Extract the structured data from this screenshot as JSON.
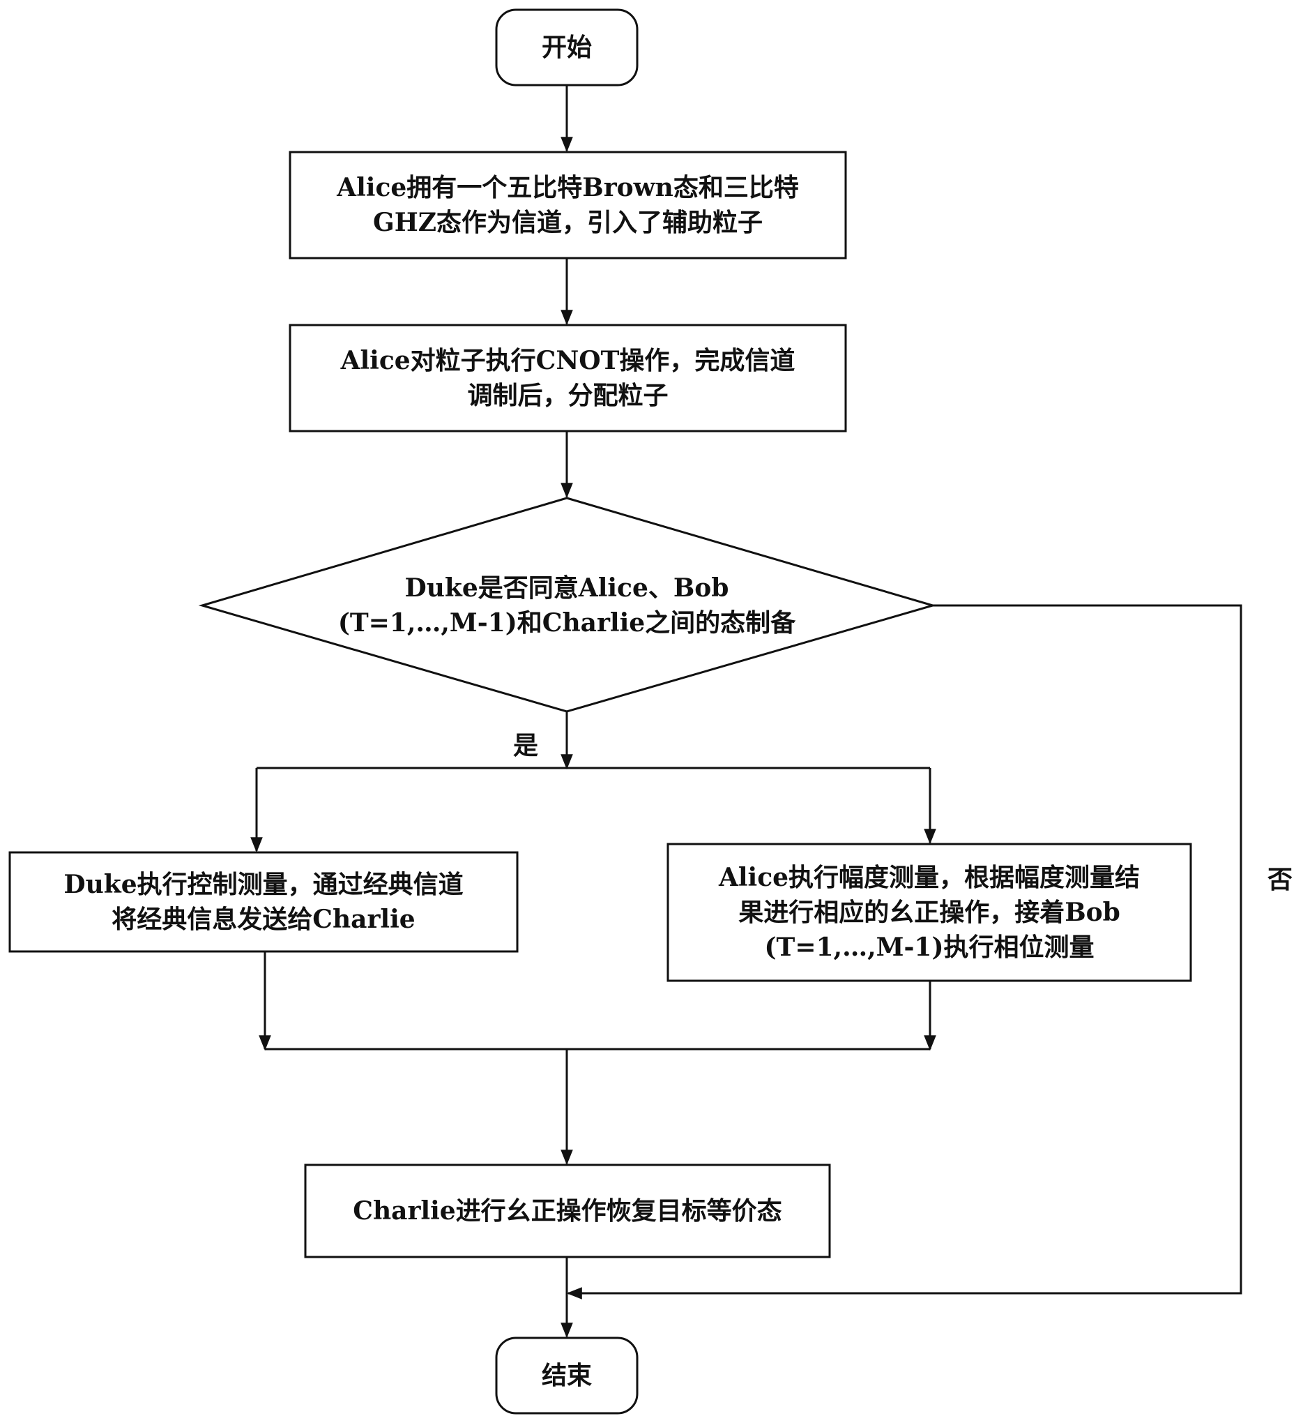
{
  "flowchart": {
    "start": "开始",
    "step1": [
      "Alice拥有一个五比特Brown态和三比特",
      "GHZ态作为信道，引入了辅助粒子"
    ],
    "step2": [
      "Alice对粒子执行CNOT操作，完成信道",
      "调制后，分配粒子"
    ],
    "decision": [
      "Duke是否同意Alice、Bob",
      "(T=1,…,M-1)和Charlie之间的态制备"
    ],
    "yes_label": "是",
    "no_label": "否",
    "left_branch": [
      "Duke执行控制测量，通过经典信道",
      "将经典信息发送给Charlie"
    ],
    "right_branch": [
      "Alice执行幅度测量，根据幅度测量结",
      "果进行相应的幺正操作，接着Bob",
      "(T=1,…,M-1)执行相位测量"
    ],
    "merge_step": "Charlie进行幺正操作恢复目标等价态",
    "end": "结束"
  }
}
